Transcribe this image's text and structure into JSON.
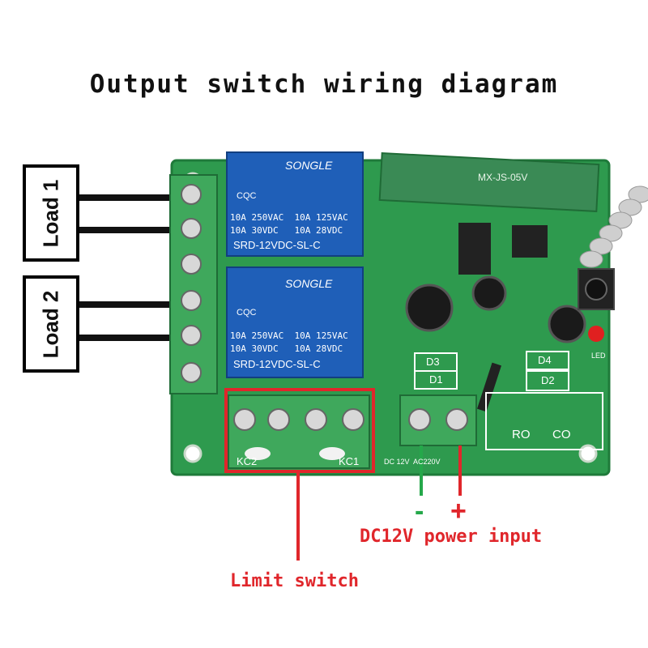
{
  "diagram": {
    "title": "Output switch wiring diagram",
    "loads": [
      {
        "label": "Load 1"
      },
      {
        "label": "Load 2"
      }
    ],
    "relays": [
      {
        "brand": "SONGLE",
        "rating_line1": "10A 250VAC  10A 125VAC",
        "rating_line2": "10A 30VDC   10A 28VDC",
        "model": "SRD-12VDC-SL-C",
        "cert": "CQC"
      },
      {
        "brand": "SONGLE",
        "rating_line1": "10A 250VAC  10A 125VAC",
        "rating_line2": "10A 30VDC   10A 28VDC",
        "model": "SRD-12VDC-SL-C",
        "cert": "CQC"
      }
    ],
    "board_labels": {
      "kc2": "KC2",
      "kc1": "KC1",
      "dc_rating": "DC 12V  AC220V",
      "ro": "RO",
      "co": "CO",
      "d1": "D1",
      "d2": "D2",
      "d3": "D3",
      "d4": "D4",
      "led": "LED",
      "module": "MX-JS-05V"
    },
    "annotations": {
      "limit_switch": "Limit switch",
      "power_input": "DC12V power input",
      "minus": "-",
      "plus": "+"
    },
    "colors": {
      "pcb_green": "#2e9a4e",
      "terminal_green": "#3fa85c",
      "relay_blue": "#1f5fb8",
      "highlight_red": "#e0262b",
      "wire_green": "#25a84a",
      "wire_red": "#e0262b"
    }
  }
}
